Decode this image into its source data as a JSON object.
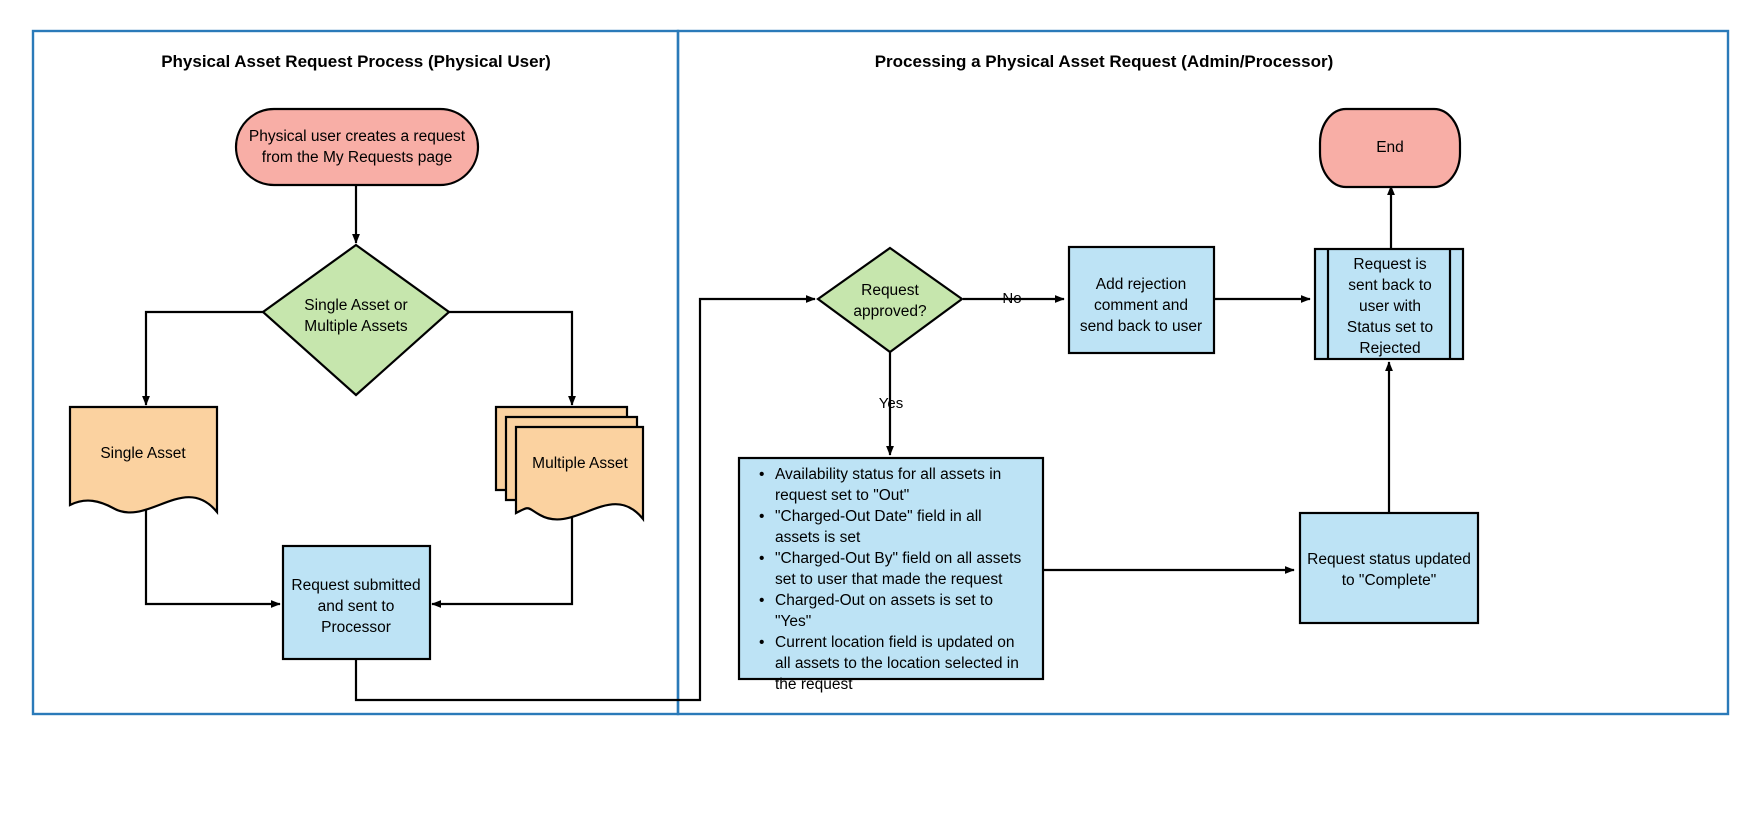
{
  "diagram": {
    "title_left": "Physical Asset Request Process (Physical User)",
    "title_right": "Processing a Physical Asset Request (Admin/Processor)",
    "colors": {
      "terminator_fill": "#f8aea6",
      "decision_fill": "#c6e6ad",
      "document_fill": "#fbd2a0",
      "process_fill": "#bde3f5",
      "border": "#000000",
      "frame": "#2a7ab9"
    },
    "nodes": {
      "start": {
        "shape": "terminator",
        "lines": [
          "Physical user creates a request",
          "from the My Requests page"
        ]
      },
      "decision_single_multiple": {
        "shape": "decision",
        "lines": [
          "Single Asset or",
          "Multiple Assets"
        ]
      },
      "single_asset": {
        "shape": "document",
        "lines": [
          "Single Asset"
        ]
      },
      "multiple_asset": {
        "shape": "multi-document",
        "lines": [
          "Multiple Asset"
        ]
      },
      "request_submitted": {
        "shape": "process",
        "lines": [
          "Request submitted",
          "and sent to",
          "Processor"
        ]
      },
      "request_approved": {
        "shape": "decision",
        "lines": [
          "Request",
          "approved?"
        ]
      },
      "add_rejection_comment": {
        "shape": "process",
        "lines": [
          "Add rejection",
          "comment and",
          "send back to user"
        ]
      },
      "request_sent_back_rejected": {
        "shape": "predefined-process",
        "lines": [
          "Request is",
          "sent back to",
          "user with",
          "Status set to",
          "Rejected"
        ]
      },
      "end": {
        "shape": "terminator",
        "lines": [
          "End"
        ]
      },
      "approved_actions": {
        "shape": "process",
        "bullets": [
          [
            "Availability status for all assets in",
            "request set to \"Out\""
          ],
          [
            "\"Charged-Out Date\" field in all",
            "assets is set"
          ],
          [
            "\"Charged-Out By\" field on all assets",
            "set to user that made the request"
          ],
          [
            "Charged-Out on assets is set to",
            "\"Yes\""
          ],
          [
            "Current location field is updated on",
            "all assets to the location selected in",
            "the request"
          ]
        ]
      },
      "request_status_complete": {
        "shape": "process",
        "lines": [
          "Request status updated",
          "to \"Complete\""
        ]
      }
    },
    "edge_labels": {
      "no": "No",
      "yes": "Yes"
    }
  }
}
